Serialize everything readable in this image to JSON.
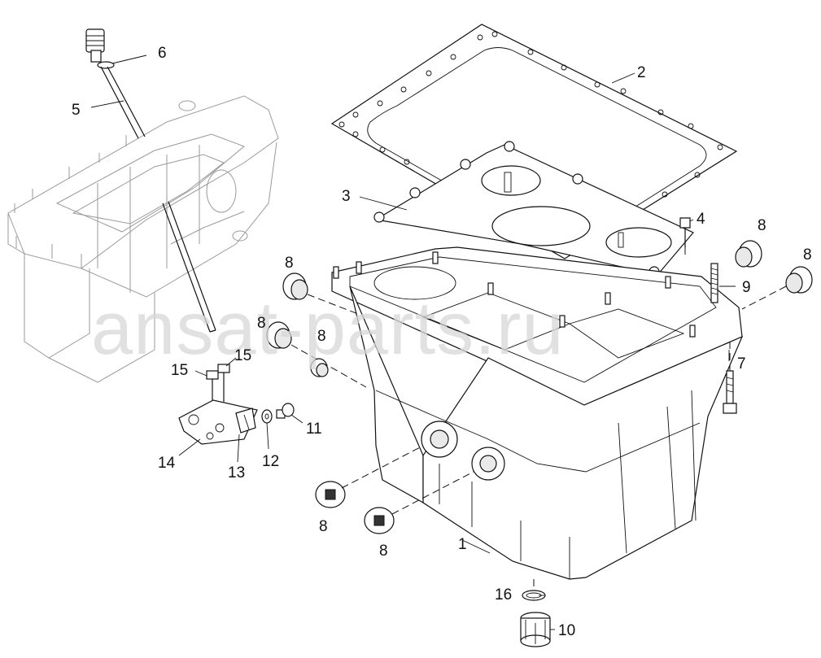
{
  "diagram": {
    "watermark": "ansat-parts.ru",
    "callouts": [
      "1",
      "2",
      "3",
      "4",
      "5",
      "6",
      "7",
      "8",
      "9",
      "10",
      "11",
      "12",
      "13",
      "14",
      "15",
      "16"
    ],
    "labels": [
      {
        "id": "c1",
        "text": "1"
      },
      {
        "id": "c2",
        "text": "2"
      },
      {
        "id": "c3",
        "text": "3"
      },
      {
        "id": "c4",
        "text": "4"
      },
      {
        "id": "c5",
        "text": "5"
      },
      {
        "id": "c6",
        "text": "6"
      },
      {
        "id": "c7",
        "text": "7"
      },
      {
        "id": "c8a",
        "text": "8"
      },
      {
        "id": "c8b",
        "text": "8"
      },
      {
        "id": "c8c",
        "text": "8"
      },
      {
        "id": "c8d",
        "text": "8"
      },
      {
        "id": "c8e",
        "text": "8"
      },
      {
        "id": "c8f",
        "text": "8"
      },
      {
        "id": "c8g",
        "text": "8"
      },
      {
        "id": "c9",
        "text": "9"
      },
      {
        "id": "c10",
        "text": "10"
      },
      {
        "id": "c11",
        "text": "11"
      },
      {
        "id": "c12",
        "text": "12"
      },
      {
        "id": "c13",
        "text": "13"
      },
      {
        "id": "c14",
        "text": "14"
      },
      {
        "id": "c15a",
        "text": "15"
      },
      {
        "id": "c15b",
        "text": "15"
      },
      {
        "id": "c16",
        "text": "16"
      }
    ]
  }
}
